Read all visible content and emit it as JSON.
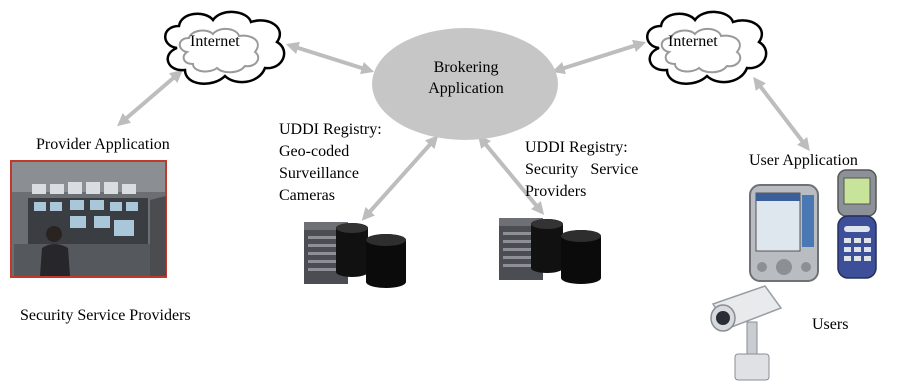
{
  "clouds": {
    "left_label": "Internet",
    "right_label": "Internet"
  },
  "broker": {
    "line1": "Brokering",
    "line2": "Application"
  },
  "provider": {
    "app_label": "Provider Application",
    "group_label": "Security Service Providers"
  },
  "registry_cameras": {
    "line1": "UDDI Registry:",
    "line2": "Geo-coded",
    "line3": "Surveillance",
    "line4": "Cameras"
  },
  "registry_providers": {
    "line1": "UDDI Registry:",
    "line2": "Security   Service",
    "line3": "Providers"
  },
  "users": {
    "app_label": "User Application",
    "group_label": "Users"
  },
  "colors": {
    "arrow": "#bdbdbd",
    "ellipse": "#c6c6c6",
    "cloud_outline": "#000000",
    "photo_border": "#c0392b"
  }
}
